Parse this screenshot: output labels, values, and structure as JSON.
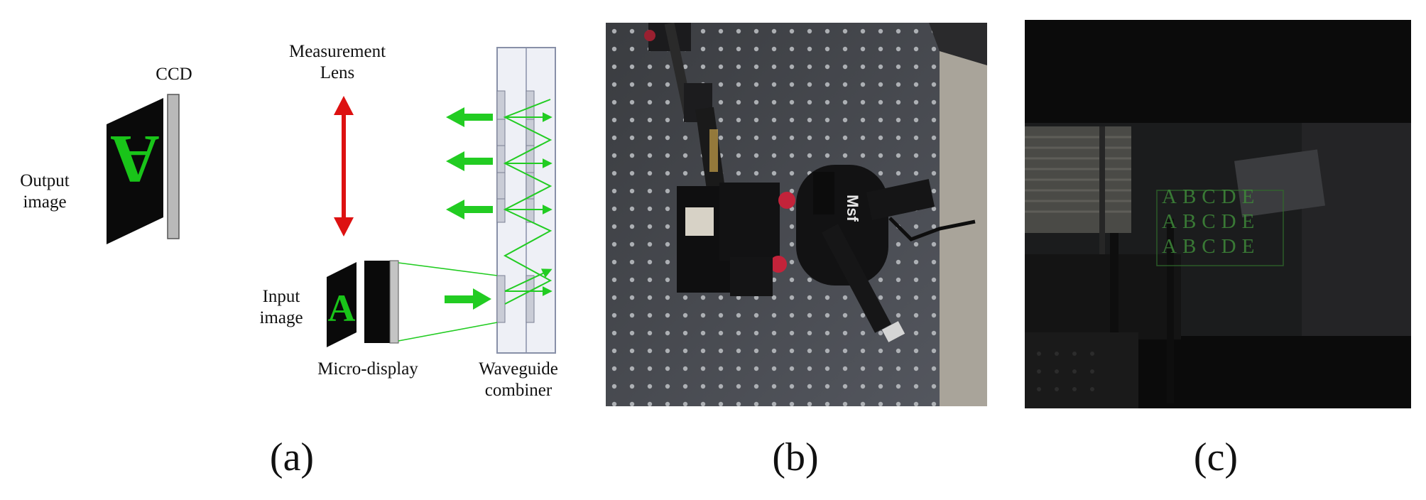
{
  "panel_a": {
    "output_image_label": "Output\nimage",
    "ccd_label": "CCD",
    "measurement_lens_label": "Measurement\nLens",
    "input_image_label": "Input\nimage",
    "micro_display_label": "Micro-display",
    "waveguide_label": "Waveguide\ncombiner",
    "output_letter": "A",
    "input_letter": "A",
    "caption": "(a)"
  },
  "panel_b": {
    "caption": "(b)",
    "device_brand_text": "Msf"
  },
  "panel_c": {
    "caption": "(c)",
    "chart_rows": [
      "ABCDE",
      "ABCDE",
      "ABCDE"
    ]
  },
  "colors": {
    "arrow_green": "#22cc22",
    "lens_red": "#dd1111",
    "waveguide_fill": "#eef0f6",
    "waveguide_stroke": "#8890a8"
  }
}
